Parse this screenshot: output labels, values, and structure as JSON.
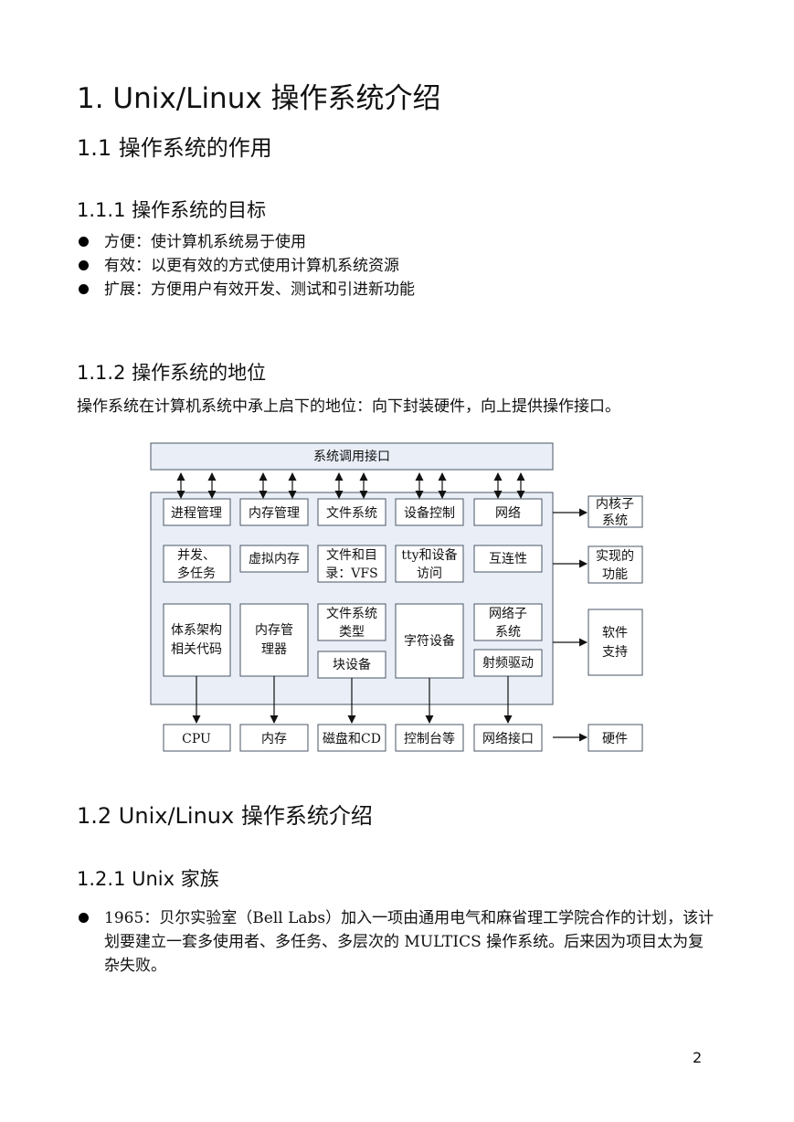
{
  "heading1": "1.  Unix/Linux 操作系统介绍",
  "section_1_1": {
    "title": "1.1 操作系统的作用",
    "sub_1_1_1": {
      "title": "1.1.1 操作系统的目标",
      "bullets": [
        "方便：使计算机系统易于使用",
        "有效：以更有效的方式使用计算机系统资源",
        "扩展：方便用户有效开发、测试和引进新功能"
      ]
    },
    "sub_1_1_2": {
      "title": "1.1.2 操作系统的地位",
      "paragraph": "操作系统在计算机系统中承上启下的地位：向下封装硬件，向上提供操作接口。"
    }
  },
  "diagram": {
    "top_bar": "系统调用接口",
    "row1": [
      "进程管理",
      "内存管理",
      "文件系统",
      "设备控制",
      "网络"
    ],
    "row2": [
      [
        "并发、",
        "多任务"
      ],
      [
        "虚拟内存"
      ],
      [
        "文件和目",
        "录：VFS"
      ],
      [
        "tty和设备",
        "访问"
      ],
      [
        "互连性"
      ]
    ],
    "arch_code": [
      "体系架构",
      "相关代码"
    ],
    "mem_manager": [
      "内存管",
      "理器"
    ],
    "fs_types": [
      "文件系统",
      "类型"
    ],
    "block_device": "块设备",
    "char_device": "字符设备",
    "net_subsystem": [
      "网络子",
      "系统"
    ],
    "rf_driver": "射频驱动",
    "hardware": [
      "CPU",
      "内存",
      "磁盘和CD",
      "控制台等",
      "网络接口"
    ],
    "right_labels": {
      "kernel": [
        "内核子",
        "系统"
      ],
      "function": [
        "实现的",
        "功能"
      ],
      "software": [
        "软件",
        "支持"
      ],
      "hardware": "硬件"
    }
  },
  "section_1_2": {
    "title": "1.2 Unix/Linux 操作系统介绍",
    "sub_1_2_1": {
      "title": "1.2.1 Unix 家族",
      "bullets": [
        "1965：贝尔实验室（Bell Labs）加入一项由通用电气和麻省理工学院合作的计划，该计划要建立一套多使用者、多任务、多层次的 MULTICS 操作系统。后来因为项目太为复杂失败。"
      ]
    }
  },
  "page_number": "2",
  "colors": {
    "diagram_fill": "#e9eef7",
    "diagram_stroke": "#4a5566"
  }
}
